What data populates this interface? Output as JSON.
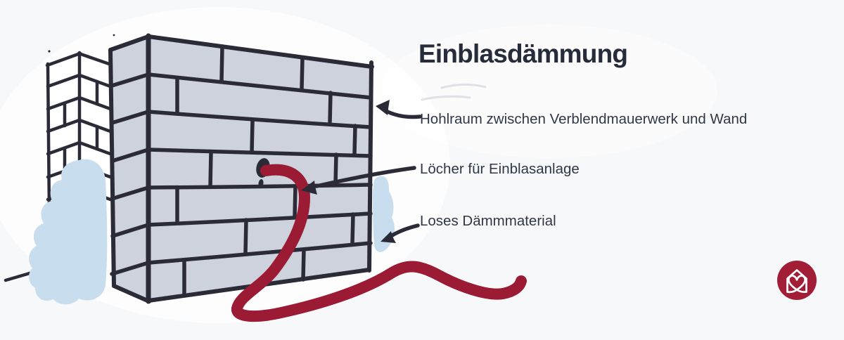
{
  "title": "Einblasdämmung",
  "annotations": [
    {
      "id": "cavity",
      "label": "Hohlraum zwischen Verblendmauerwerk und Wand"
    },
    {
      "id": "holes",
      "label": "Löcher für Einblasanlage"
    },
    {
      "id": "material",
      "label": "Loses Dämmmaterial"
    }
  ],
  "logo": {
    "icon": "house-heart-icon"
  },
  "colors": {
    "bg": "#f7f8fa",
    "halo": "#ffffff",
    "outline": "#2b2b37",
    "wall": "#cdd2dd",
    "backwall": "#ffffff",
    "blob": "#c8ddee",
    "hose": "#9a1b33",
    "logo": "#a21e37",
    "title": "#272c3a",
    "text": "#313747",
    "smudge": "#d9dbe1"
  }
}
